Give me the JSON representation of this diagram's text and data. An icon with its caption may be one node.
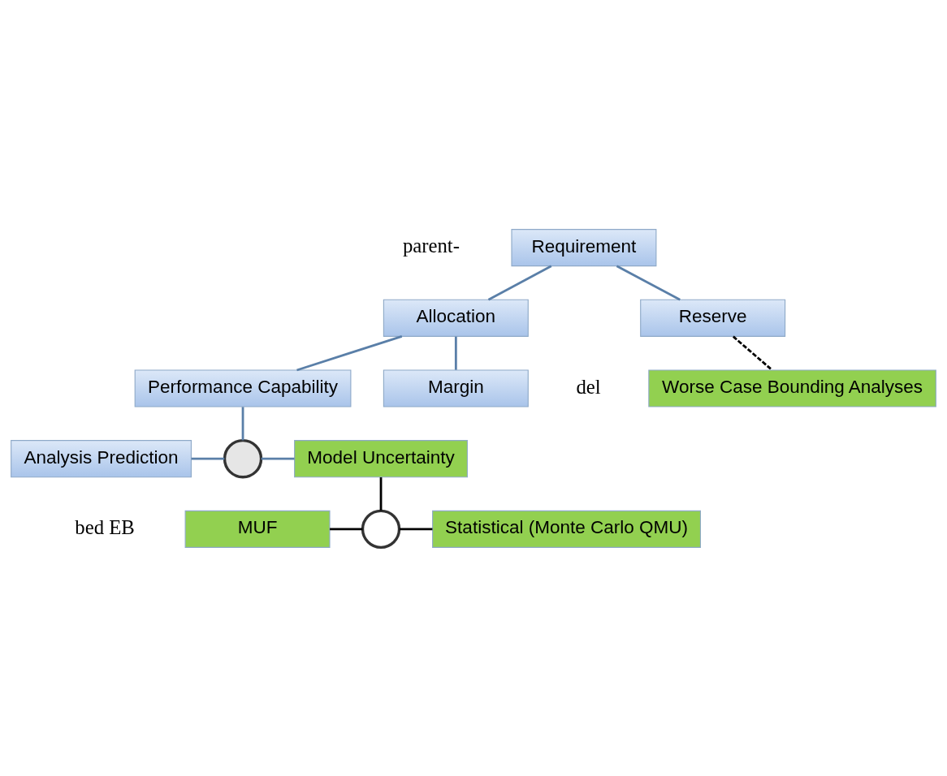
{
  "diagram": {
    "nodes": [
      {
        "text": [
          "Requirement"
        ]
      },
      {
        "text": [
          "Allocation"
        ]
      },
      {
        "text": [
          "Reserve"
        ]
      },
      {
        "text": [
          "Performance Capability"
        ]
      },
      {
        "text": [
          "Margin"
        ]
      },
      {
        "text": [
          "Worse Case Bounding Analyses"
        ]
      },
      {
        "text": [
          "Analysis Prediction"
        ]
      },
      {
        "text": [],
        "shape": "circle"
      },
      {
        "text": [
          "Model Uncertainty"
        ]
      },
      {
        "text": [
          "MUF"
        ]
      },
      {
        "text": [],
        "shape": "circle"
      },
      {
        "text": [
          "Statistical (Monte Carlo QMU)"
        ]
      }
    ],
    "edges": [
      {
        "from": 0,
        "to": 1,
        "arrow": "none"
      },
      {
        "from": 0,
        "to": 2,
        "arrow": "none"
      },
      {
        "from": 1,
        "to": 3,
        "arrow": "none"
      },
      {
        "from": 1,
        "to": 4,
        "arrow": "none"
      },
      {
        "from": 2,
        "to": 5,
        "arrow": "none",
        "style": "dashed",
        "color": "#000000"
      },
      {
        "from": 3,
        "to": 7,
        "arrow": "none"
      },
      {
        "from": 6,
        "to": 7,
        "arrow": "none"
      },
      {
        "from": 7,
        "to": 8,
        "arrow": "none"
      },
      {
        "from": 8,
        "to": 10,
        "arrow": "none",
        "color": "#000000"
      },
      {
        "from": 9,
        "to": 10,
        "arrow": "none",
        "color": "#000000"
      },
      {
        "from": 10,
        "to": 11,
        "arrow": "none",
        "color": "#000000"
      }
    ],
    "labels": [
      "parent-",
      "del",
      "bed EB"
    ]
  }
}
